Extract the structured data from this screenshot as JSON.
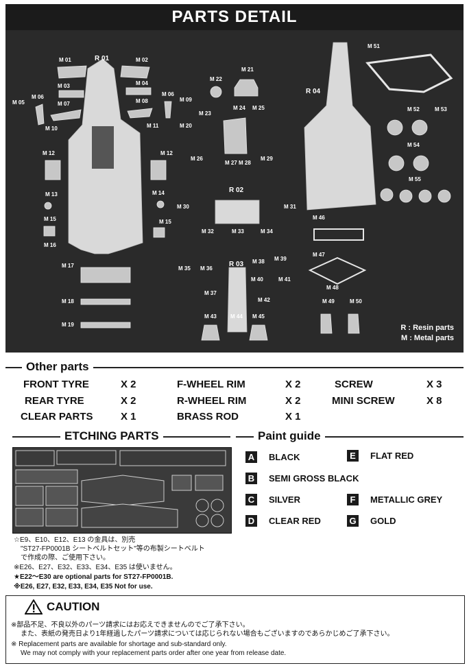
{
  "header": {
    "title": "PARTS DETAIL"
  },
  "photo": {
    "labels": [
      "M 01",
      "M 02",
      "M 03",
      "M 04",
      "M 05",
      "M 06",
      "M 06",
      "M 07",
      "M 08",
      "M 09",
      "M 10",
      "M 11",
      "M 12",
      "M 12",
      "M 13",
      "M 14",
      "M 15",
      "M 15",
      "M 16",
      "M 17",
      "M 18",
      "M 19",
      "M 20",
      "M 21",
      "M 22",
      "M 23",
      "M 24",
      "M 25",
      "M 26",
      "M 27",
      "M 28",
      "M 29",
      "M 30",
      "M 31",
      "M 32",
      "M 33",
      "M 34",
      "M 35",
      "M 36",
      "M 37",
      "M 38",
      "M 39",
      "M 40",
      "M 41",
      "M 42",
      "M 43",
      "M 44",
      "M 45",
      "M 46",
      "M 47",
      "M 48",
      "M 49",
      "M 50",
      "M 51",
      "M 52",
      "M 53",
      "M 54",
      "M 55"
    ],
    "resin_labels": [
      "R 01",
      "R 02",
      "R 03",
      "R 04"
    ],
    "legend_resin": "R : Resin parts",
    "legend_metal": "M : Metal parts"
  },
  "other_parts": {
    "title": "Other parts",
    "items": [
      {
        "name": "FRONT TYRE",
        "qty": "X 2"
      },
      {
        "name": "REAR TYRE",
        "qty": "X 2"
      },
      {
        "name": "CLEAR PARTS",
        "qty": "X 1"
      },
      {
        "name": "F-WHEEL RIM",
        "qty": "X 2"
      },
      {
        "name": "R-WHEEL RIM",
        "qty": "X 2"
      },
      {
        "name": "BRASS ROD",
        "qty": "X 1"
      },
      {
        "name": "SCREW",
        "qty": "X 3"
      },
      {
        "name": "MINI SCREW",
        "qty": "X 8"
      }
    ]
  },
  "etching": {
    "title": "ETCHING PARTS"
  },
  "paint_guide": {
    "title": "Paint guide",
    "items": [
      {
        "code": "A",
        "name": "BLACK"
      },
      {
        "code": "B",
        "name": "SEMI GROSS BLACK"
      },
      {
        "code": "C",
        "name": "SILVER"
      },
      {
        "code": "D",
        "name": "CLEAR RED"
      },
      {
        "code": "E",
        "name": "FLAT RED"
      },
      {
        "code": "F",
        "name": "METALLIC GREY"
      },
      {
        "code": "G",
        "name": "GOLD"
      }
    ]
  },
  "notes": {
    "line1": "☆E9、E10、E12、E13 の金具は、別売",
    "line2": "\"ST27-FP0001B シートベルトセット\"等の布製シートベルト",
    "line3": "で作成の際、ご使用下さい。",
    "line4": "※E26、E27、E32、E33、E34、E35 は使いません。",
    "line5": "★E22～E30 are optional parts for ST27-FP0001B.",
    "line6": "※E26, E27, E32, E33, E34, E35   Not for use."
  },
  "caution": {
    "title": "CAUTION",
    "line1": "※部品不足、不良以外のパーツ請求にはお応えできませんのでご了承下さい。",
    "line2": "また、表紙の発売日より1年経過したパーツ請求については応じられない場合もございますのであらかじめご了承下さい。",
    "line3": "※ Replacement parts are available for shortage and sub-standard only.",
    "line4": "We may not comply with your replacement parts order after one year from release date."
  }
}
